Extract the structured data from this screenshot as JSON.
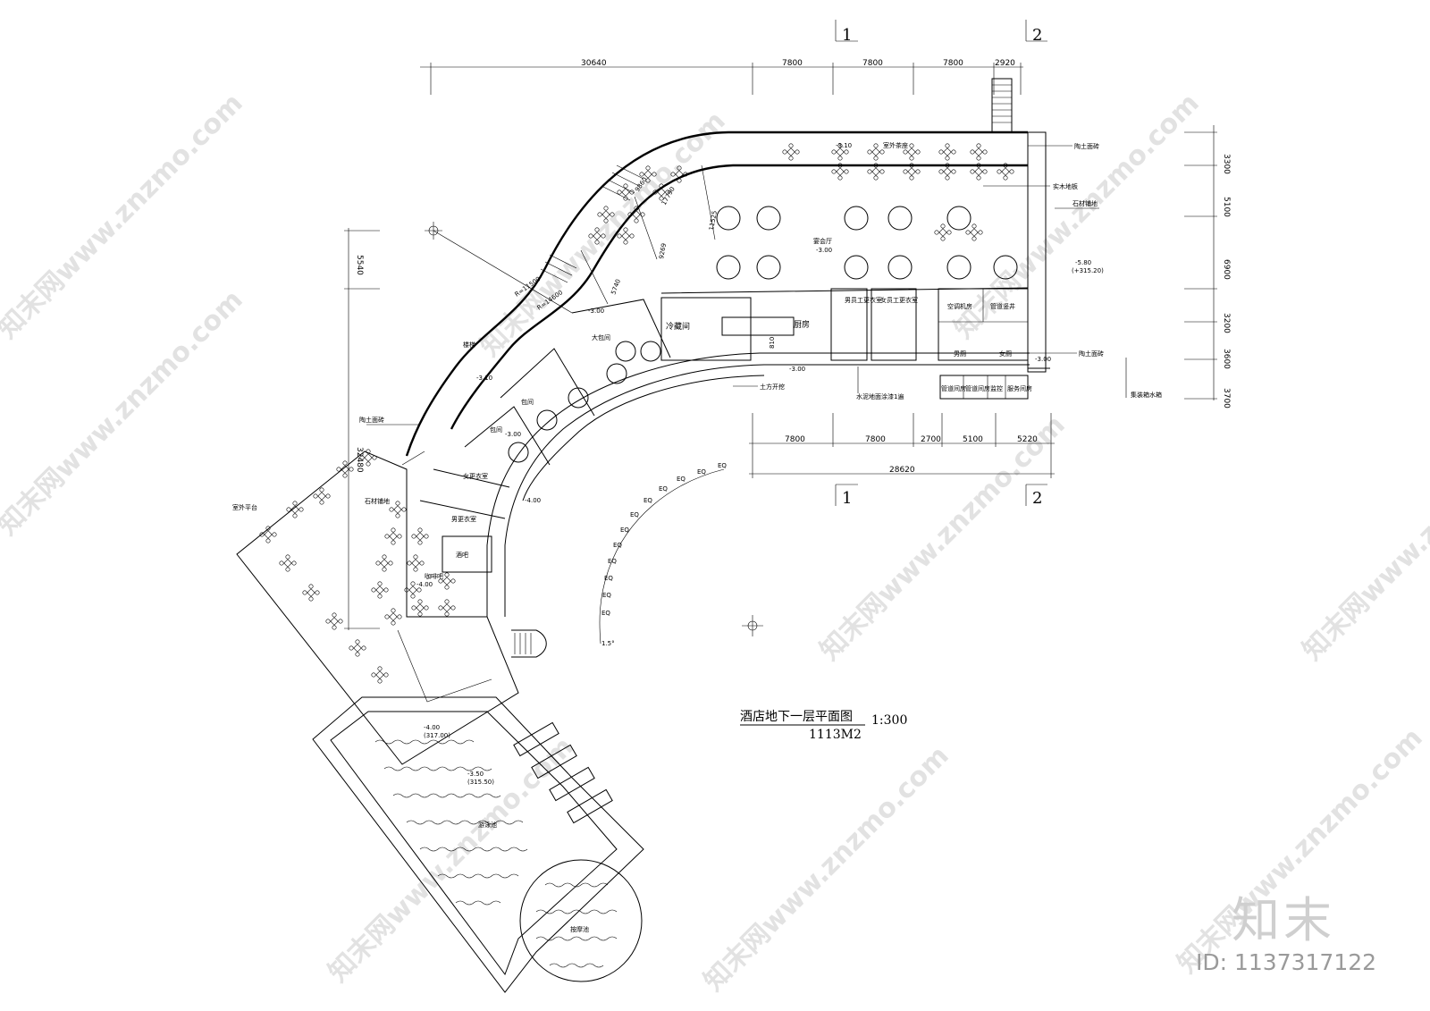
{
  "drawing": {
    "title": "酒店地下一层平面图",
    "scale": "1:300",
    "area": "1113M2"
  },
  "axes": {
    "a1": "1",
    "a2": "2"
  },
  "dims_top": [
    "30640",
    "7800",
    "7800",
    "7800",
    "2920"
  ],
  "dims_bottom": [
    "7800",
    "7800",
    "2700",
    "5100",
    "5220"
  ],
  "dim_bottom_total": "28620",
  "dims_right": [
    "3300",
    "5100",
    "6900",
    "3200",
    "3600",
    "3700"
  ],
  "dim_left": "5540",
  "dim_left2": "32480",
  "dims_curve": [
    "9860",
    "17790",
    "11525",
    "9269",
    "5740",
    "810"
  ],
  "radii": [
    "R=11500",
    "R=14600"
  ],
  "levels": {
    "l1": "-3.10",
    "l2": "-3.00",
    "l3": "-3.10",
    "l4": "-3.00",
    "l5": "-3.00",
    "l6": "-3.00",
    "l7": "-4.00",
    "l8": "-4.00",
    "l9": "-4.00",
    "l10": "(317.00)",
    "l11": "-3.50",
    "l12": "(315.50)",
    "l13": "-5.80",
    "l14": "(+315.20)"
  },
  "rooms": {
    "outdoor_terrace": "室外茶座",
    "banquet": "宴会厅",
    "banquet_level": "-3.00",
    "cold_store": "冷藏间",
    "kitchen": "厨房",
    "staff_m": "男员工更衣室",
    "staff_f": "女员工更衣室",
    "aircon": "空调机房",
    "pipe_well": "管道竖井",
    "male_wc": "男厕",
    "female_wc": "女厕",
    "pipe1": "管道间房",
    "pipe2": "管道间房",
    "monitor": "监控",
    "service": "服务间房",
    "big_private": "大包间",
    "private1": "包间",
    "private2": "包间",
    "female_locker": "女更衣室",
    "male_locker": "男更衣室",
    "bar": "酒吧",
    "lounge": "咖啡吧",
    "outdoor_platform": "室外平台",
    "material_store": "石材铺地",
    "pool": "游泳池",
    "spa": "按摩池",
    "staircase": "楼梯"
  },
  "notes": {
    "n1": "陶土面砖",
    "n2": "实木地板",
    "n3": "石材铺地",
    "n4": "陶土面砖",
    "n5": "集装箱水箱",
    "n6": "水泥地面涂漆1遍",
    "n7": "土方开挖",
    "n8": "陶土面砖",
    "n9": "楼梯"
  },
  "eq_marks": [
    "EQ",
    "EQ",
    "EQ",
    "EQ",
    "EQ",
    "EQ",
    "EQ",
    "EQ",
    "EQ",
    "EQ",
    "EQ",
    "EQ"
  ],
  "angle_mark": "1.5°",
  "watermark": {
    "text": "知末网www.znzmo.com",
    "brand": "知末",
    "id": "ID: 1137317122"
  }
}
